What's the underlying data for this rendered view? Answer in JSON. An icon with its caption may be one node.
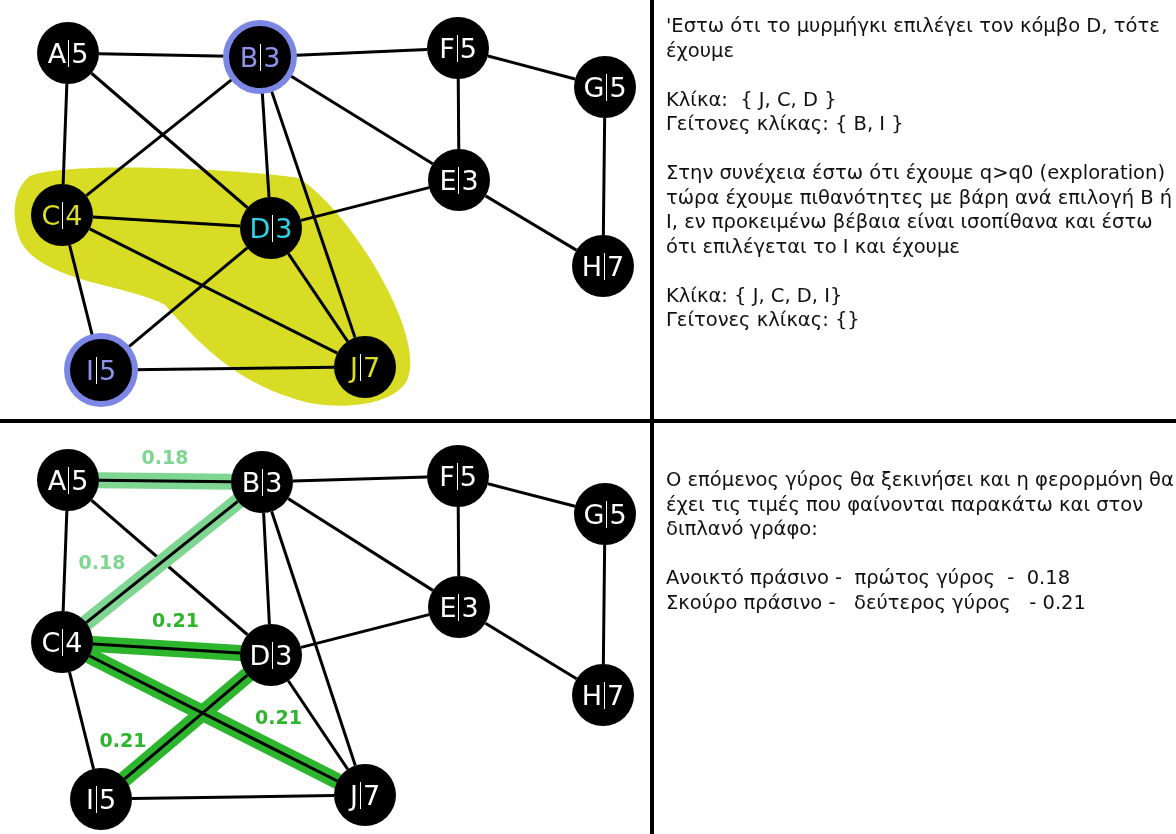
{
  "diagram": {
    "nodes": [
      {
        "text": [
          "A",
          "5"
        ]
      },
      {
        "text": [
          "B",
          "3"
        ]
      },
      {
        "text": [
          "F",
          "5"
        ]
      },
      {
        "text": [
          "G",
          "5"
        ]
      },
      {
        "text": [
          "E",
          "3"
        ]
      },
      {
        "text": [
          "C",
          "4"
        ]
      },
      {
        "text": [
          "D",
          "3"
        ]
      },
      {
        "text": [
          "H",
          "7"
        ]
      },
      {
        "text": [
          "I",
          "5"
        ]
      },
      {
        "text": [
          "J",
          "7"
        ]
      },
      {
        "text": [
          "A",
          "5"
        ]
      },
      {
        "text": [
          "B",
          "3"
        ]
      },
      {
        "text": [
          "F",
          "5"
        ]
      },
      {
        "text": [
          "G",
          "5"
        ]
      },
      {
        "text": [
          "E",
          "3"
        ]
      },
      {
        "text": [
          "C",
          "4"
        ]
      },
      {
        "text": [
          "D",
          "3"
        ]
      },
      {
        "text": [
          "H",
          "7"
        ]
      },
      {
        "text": [
          "I",
          "5"
        ]
      },
      {
        "text": [
          "J",
          "7"
        ]
      }
    ],
    "edges": [
      {
        "from": 0,
        "to": 1,
        "arrow": "none"
      },
      {
        "from": 1,
        "to": 2,
        "arrow": "none"
      },
      {
        "from": 2,
        "to": 3,
        "arrow": "none"
      },
      {
        "from": 2,
        "to": 4,
        "arrow": "none"
      },
      {
        "from": 3,
        "to": 7,
        "arrow": "none"
      },
      {
        "from": 1,
        "to": 4,
        "arrow": "none"
      },
      {
        "from": 4,
        "to": 7,
        "arrow": "none"
      },
      {
        "from": 4,
        "to": 6,
        "arrow": "none"
      },
      {
        "from": 0,
        "to": 5,
        "arrow": "none"
      },
      {
        "from": 0,
        "to": 6,
        "arrow": "none"
      },
      {
        "from": 1,
        "to": 5,
        "arrow": "none"
      },
      {
        "from": 1,
        "to": 6,
        "arrow": "none"
      },
      {
        "from": 1,
        "to": 9,
        "arrow": "none"
      },
      {
        "from": 5,
        "to": 6,
        "arrow": "none"
      },
      {
        "from": 5,
        "to": 9,
        "arrow": "none"
      },
      {
        "from": 5,
        "to": 8,
        "arrow": "none"
      },
      {
        "from": 6,
        "to": 8,
        "arrow": "none"
      },
      {
        "from": 6,
        "to": 9,
        "arrow": "none"
      },
      {
        "from": 8,
        "to": 9,
        "arrow": "none"
      },
      {
        "from": 10,
        "to": 11,
        "arrow": "none",
        "label": "0.18",
        "style": "thick",
        "color": "#7fd592"
      },
      {
        "from": 11,
        "to": 12,
        "arrow": "none"
      },
      {
        "from": 12,
        "to": 13,
        "arrow": "none"
      },
      {
        "from": 12,
        "to": 14,
        "arrow": "none"
      },
      {
        "from": 13,
        "to": 17,
        "arrow": "none"
      },
      {
        "from": 11,
        "to": 14,
        "arrow": "none"
      },
      {
        "from": 14,
        "to": 17,
        "arrow": "none"
      },
      {
        "from": 14,
        "to": 16,
        "arrow": "none"
      },
      {
        "from": 10,
        "to": 15,
        "arrow": "none"
      },
      {
        "from": 10,
        "to": 16,
        "arrow": "none"
      },
      {
        "from": 11,
        "to": 15,
        "arrow": "none",
        "label": "0.18",
        "style": "thick",
        "color": "#7fd592"
      },
      {
        "from": 11,
        "to": 16,
        "arrow": "none"
      },
      {
        "from": 11,
        "to": 19,
        "arrow": "none"
      },
      {
        "from": 15,
        "to": 16,
        "arrow": "none",
        "label": "0.21",
        "style": "thick",
        "color": "#2eb52e"
      },
      {
        "from": 15,
        "to": 19,
        "arrow": "none",
        "label": "0.21",
        "style": "thick",
        "color": "#2eb52e"
      },
      {
        "from": 15,
        "to": 18,
        "arrow": "none"
      },
      {
        "from": 16,
        "to": 18,
        "arrow": "none",
        "label": "0.21",
        "style": "thick",
        "color": "#2eb52e"
      },
      {
        "from": 16,
        "to": 19,
        "arrow": "none"
      },
      {
        "from": 18,
        "to": 19,
        "arrow": "none"
      }
    ],
    "labels": [
      "'Εστω ότι το μυρμήγκι επιλέγει τον κόμβο D, τότε έχουμε",
      "Κλίκα:  { J, C, D }",
      "Γείτονες κλίκας: { B, I }",
      "Στην συνέχεια έστω ότι έχουμε q>q0 (exploration) τώρα έχουμε πιθανότητες με βάρη ανά επιλογή B ή I, εν προκειμένω βέβαια είναι ισοπίθανα και έστω ότι επιλέγεται το I και έχουμε",
      "Κλίκα: { J, C, D, I}",
      "Γείτονες κλίκας: {}",
      "Ο επόμενος γύρος θα ξεκινήσει και η φερορμόνη θα έχει τις τιμές που φαίνονται παρακάτω και στον διπλανό γράφο:",
      "Ανοικτό πράσινο -  πρώτος γύρος  -  0.18",
      "Σκούρο πράσινο -   δεύτερος γύρος   - 0.21"
    ]
  }
}
